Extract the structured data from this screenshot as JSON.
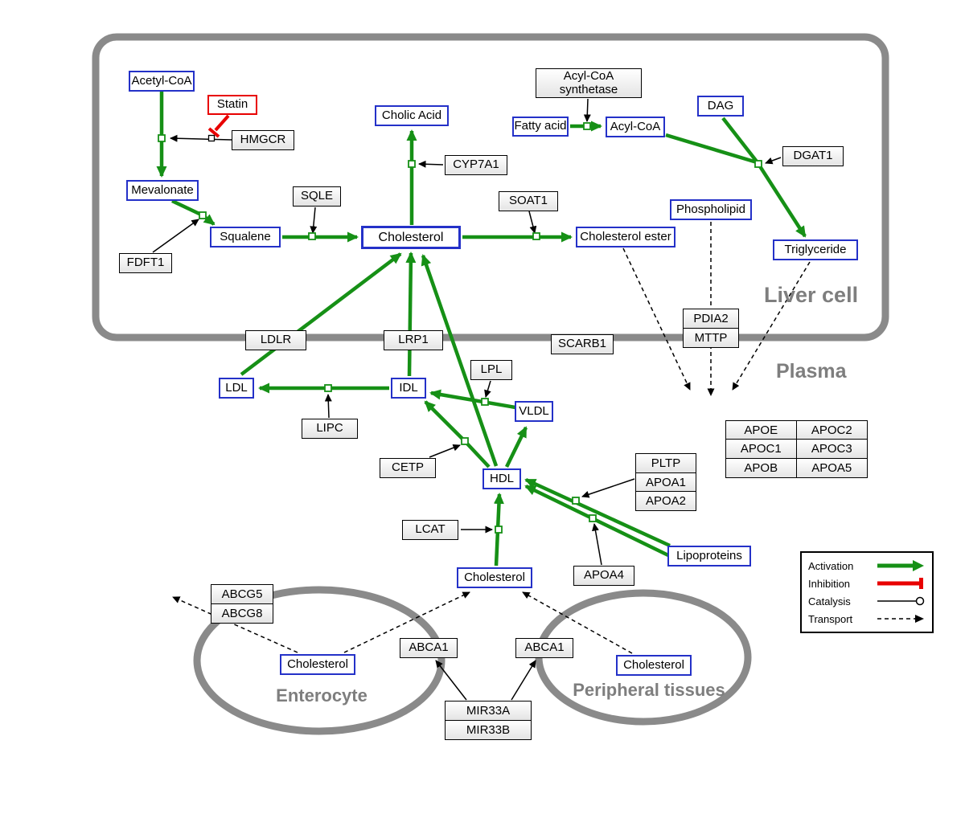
{
  "compartments": {
    "liver": "Liver cell",
    "plasma": "Plasma",
    "enterocyte": "Enterocyte",
    "peripheral": "Peripheral tissues"
  },
  "nodes": {
    "acetyl_coa": "Acetyl-CoA",
    "mevalonate": "Mevalonate",
    "squalene": "Squalene",
    "cholic_acid": "Cholic Acid",
    "cholesterol_liver": "Cholesterol",
    "fatty_acid": "Fatty acid",
    "acyl_coa": "Acyl-CoA",
    "dag": "DAG",
    "phospholipid": "Phospholipid",
    "cholesterol_ester": "Cholesterol ester",
    "triglyceride": "Triglyceride",
    "ldl": "LDL",
    "idl": "IDL",
    "vldl": "VLDL",
    "hdl": "HDL",
    "cholesterol_plasma": "Cholesterol",
    "cholesterol_enterocyte": "Cholesterol",
    "cholesterol_peripheral": "Cholesterol",
    "lipoproteins": "Lipoproteins",
    "statin": "Statin",
    "hmgcr": "HMGCR",
    "sqle": "SQLE",
    "fdft1": "FDFT1",
    "cyp7a1": "CYP7A1",
    "soat1": "SOAT1",
    "acyl_coa_synthetase_line1": "Acyl-CoA",
    "acyl_coa_synthetase_line2": "synthetase",
    "dgat1": "DGAT1",
    "pdia2": "PDIA2",
    "mttp": "MTTP",
    "ldlr": "LDLR",
    "lrp1": "LRP1",
    "scarb1": "SCARB1",
    "lpl": "LPL",
    "lipc": "LIPC",
    "cetp": "CETP",
    "lcat": "LCAT",
    "pltp": "PLTP",
    "apoa1": "APOA1",
    "apoa2": "APOA2",
    "apoa4": "APOA4",
    "apoe": "APOE",
    "apoc2": "APOC2",
    "apoc1": "APOC1",
    "apoc3": "APOC3",
    "apob": "APOB",
    "apoa5": "APOA5",
    "abcg5": "ABCG5",
    "abcg8": "ABCG8",
    "abca1_enterocyte": "ABCA1",
    "abca1_peripheral": "ABCA1",
    "mir33a": "MIR33A",
    "mir33b": "MIR33B"
  },
  "legend": {
    "activation": "Activation",
    "inhibition": "Inhibition",
    "catalysis": "Catalysis",
    "transport": "Transport"
  },
  "colors": {
    "activation_green": "#169016",
    "inhibition_red": "#e80000",
    "metabolite_border_blue": "#2431c8",
    "compartment_gray": "#8a8a8a"
  }
}
